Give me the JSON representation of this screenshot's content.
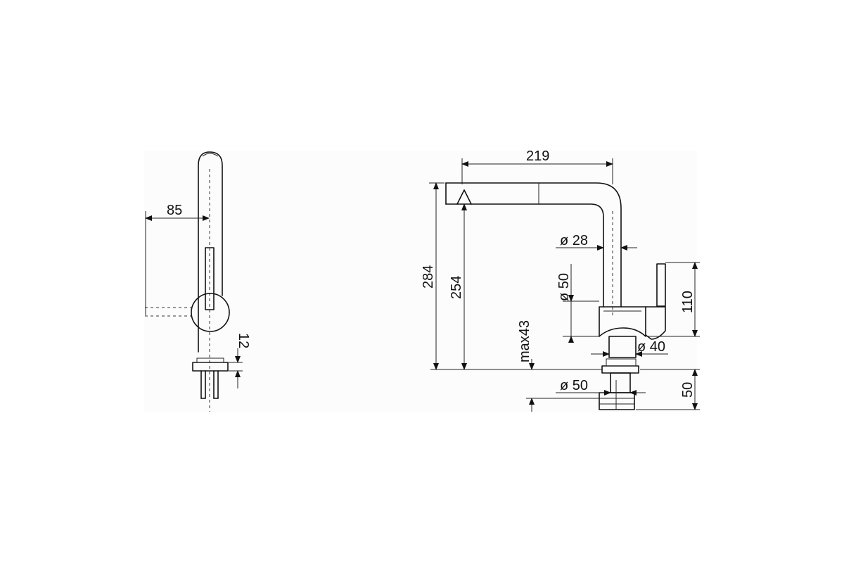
{
  "dimensions": {
    "side_reach": "85",
    "side_base_plate": "12",
    "spout_length": "219",
    "total_height": "284",
    "outlet_height": "254",
    "spout_diameter": "ø 28",
    "body_diameter": "ø 50",
    "lever_height": "110",
    "thread_diameter": "ø 40",
    "max_counter_thickness": "max43",
    "base_diameter": "ø 50",
    "shank_length": "50"
  }
}
